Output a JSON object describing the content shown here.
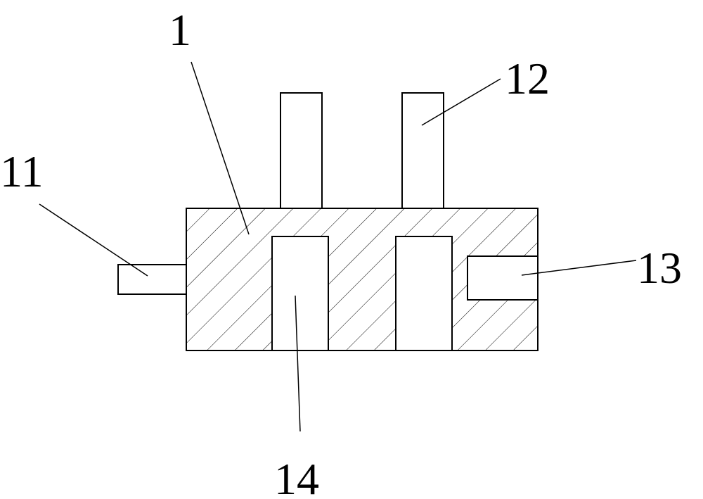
{
  "labels": {
    "body": "1",
    "left_nozzle": "11",
    "top_tubes": "12",
    "right_port": "13",
    "inner_cavities": "14"
  },
  "colors": {
    "line": "#000000",
    "background": "#ffffff"
  }
}
